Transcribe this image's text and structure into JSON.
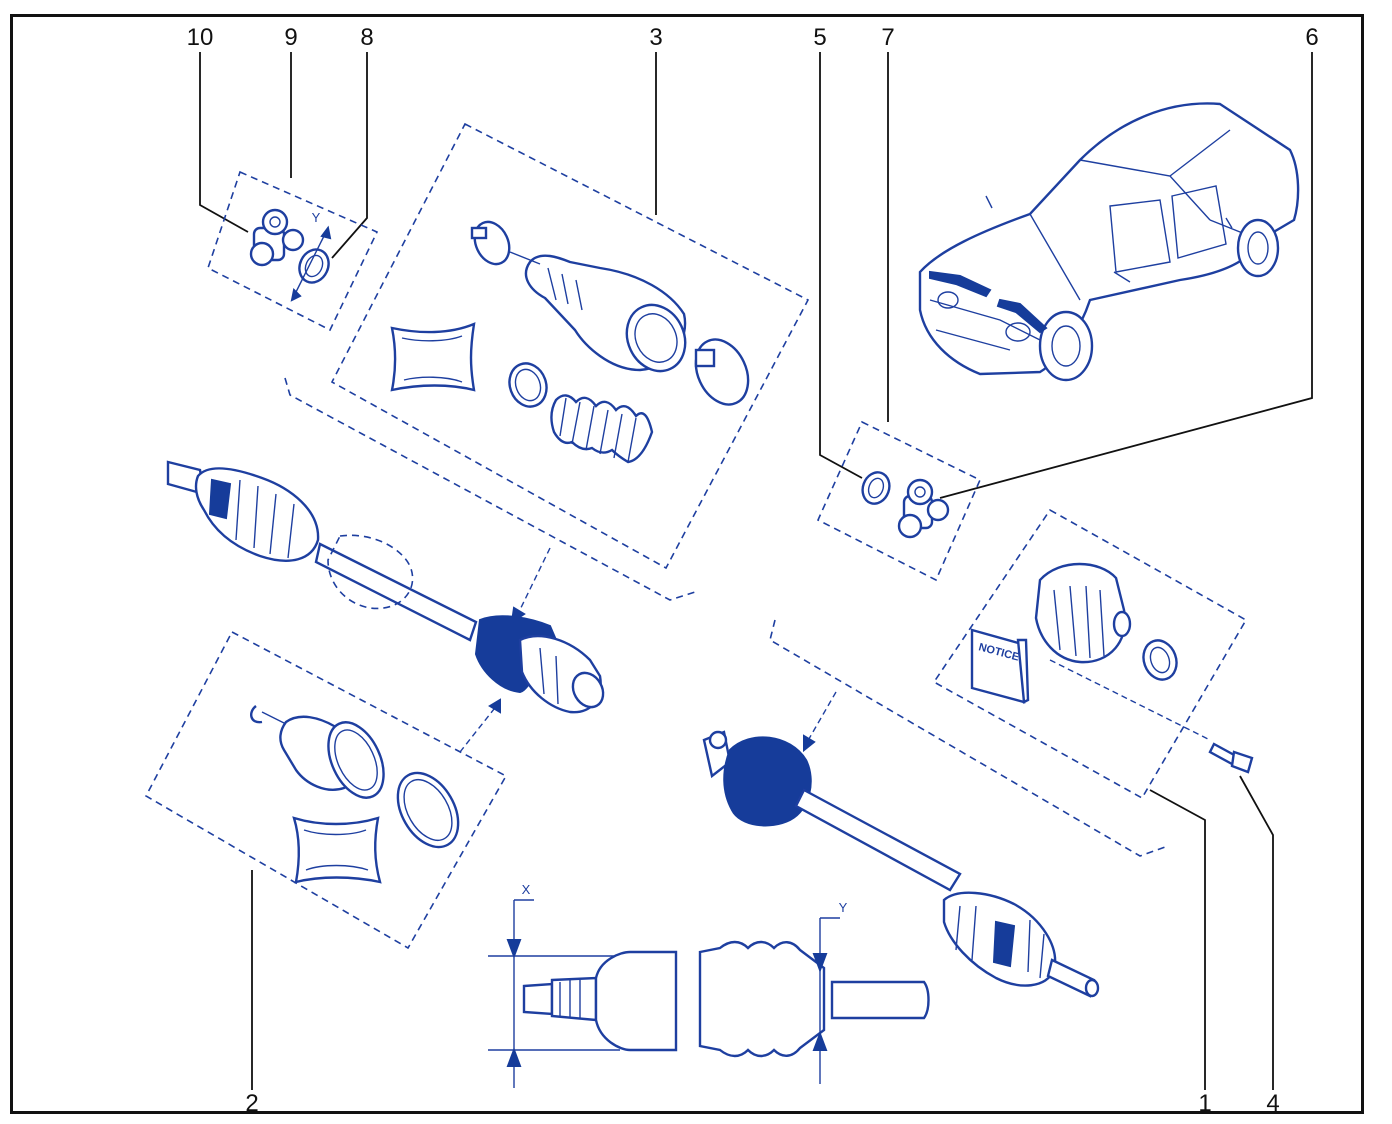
{
  "callouts": {
    "c1": "1",
    "c2": "2",
    "c3": "3",
    "c4": "4",
    "c5": "5",
    "c6": "6",
    "c7": "7",
    "c8": "8",
    "c9": "9",
    "c10": "10"
  },
  "labels": {
    "x_marker": "X",
    "y_marker_top": "Y",
    "y_marker_bottom": "Y",
    "notice_booklet": "NOTICE"
  },
  "colors": {
    "line": "#1e3fa0",
    "fill_dark": "#163c9a",
    "callout_text": "#111111"
  }
}
